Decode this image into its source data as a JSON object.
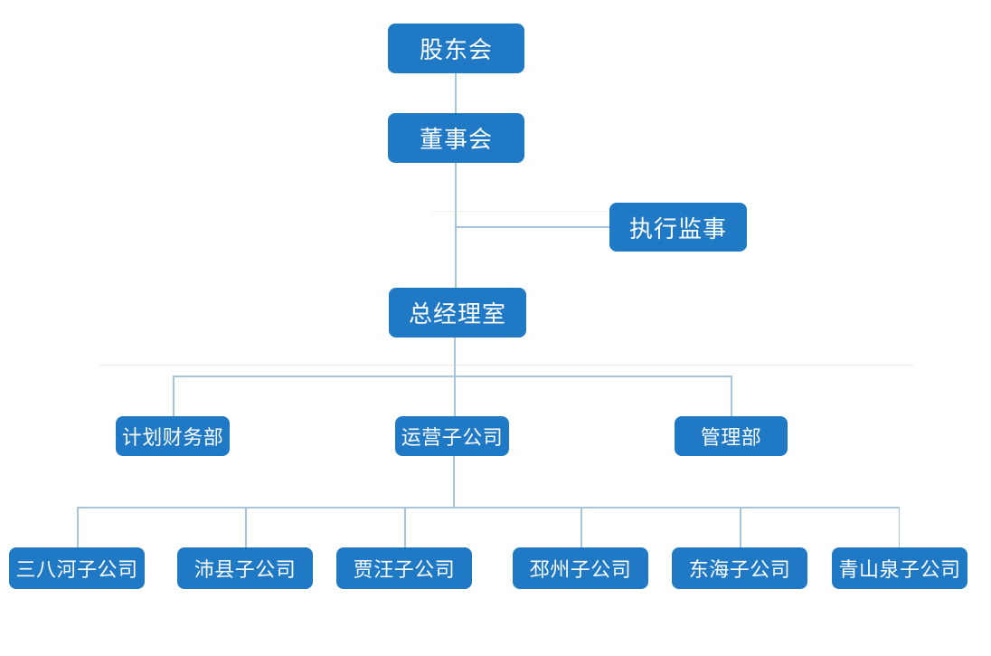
{
  "diagram": {
    "type": "org-chart",
    "colors": {
      "node_background": "#2079c4",
      "node_text": "#fdfeff",
      "connector_line": "#a7c5d9"
    },
    "nodes": {
      "shareholders": {
        "label": "股东会",
        "level": 1
      },
      "board": {
        "label": "董事会",
        "level": 2
      },
      "executive_supervisor": {
        "label": "执行监事",
        "level": 2
      },
      "gm_office": {
        "label": "总经理室",
        "level": 3
      },
      "planning_finance": {
        "label": "计划财务部",
        "level": 4
      },
      "operations": {
        "label": "运营子公司",
        "level": 4
      },
      "management": {
        "label": "管理部",
        "level": 4
      },
      "sanbahe": {
        "label": "三八河子公司",
        "level": 5
      },
      "peixian": {
        "label": "沛县子公司",
        "level": 5
      },
      "jiawang": {
        "label": "贾汪子公司",
        "level": 5
      },
      "pizhou": {
        "label": "邳州子公司",
        "level": 5
      },
      "donghai": {
        "label": "东海子公司",
        "level": 5
      },
      "qingshanquan": {
        "label": "青山泉子公司",
        "level": 5
      }
    },
    "edges": [
      {
        "from": "shareholders",
        "to": "board"
      },
      {
        "from": "board",
        "to": "executive_supervisor"
      },
      {
        "from": "board",
        "to": "gm_office"
      },
      {
        "from": "gm_office",
        "to": "planning_finance"
      },
      {
        "from": "gm_office",
        "to": "operations"
      },
      {
        "from": "gm_office",
        "to": "management"
      },
      {
        "from": "operations",
        "to": "sanbahe"
      },
      {
        "from": "operations",
        "to": "peixian"
      },
      {
        "from": "operations",
        "to": "jiawang"
      },
      {
        "from": "operations",
        "to": "pizhou"
      },
      {
        "from": "operations",
        "to": "donghai"
      },
      {
        "from": "operations",
        "to": "qingshanquan"
      }
    ]
  }
}
